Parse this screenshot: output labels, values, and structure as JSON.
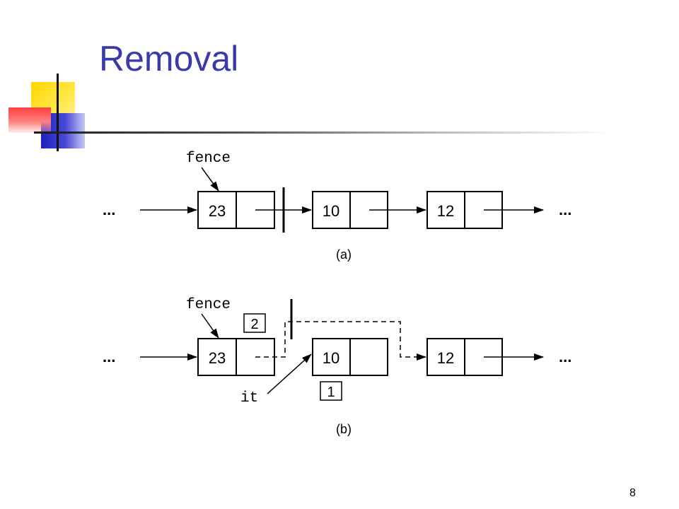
{
  "slide": {
    "title": "Removal",
    "page_number": "8"
  },
  "diagram": {
    "a": {
      "caption": "(a)",
      "pointer_label": "fence",
      "left_ellipsis": "...",
      "right_ellipsis": "...",
      "nodes": [
        "23",
        "10",
        "12"
      ]
    },
    "b": {
      "caption": "(b)",
      "pointer_label": "fence",
      "it_label": "it",
      "left_ellipsis": "...",
      "right_ellipsis": "...",
      "nodes": [
        "23",
        "10",
        "12"
      ],
      "step_labels": [
        "2",
        "1"
      ]
    }
  }
}
